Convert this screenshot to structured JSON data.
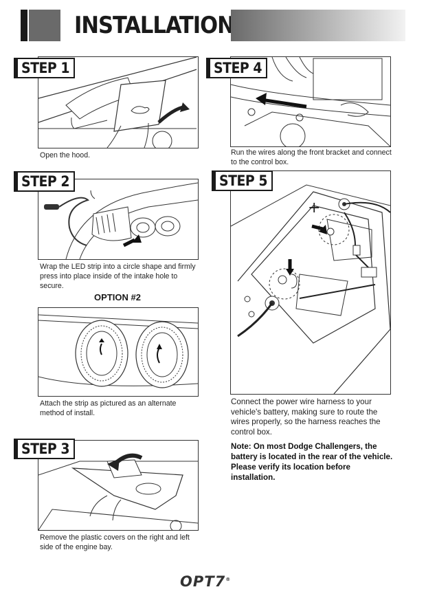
{
  "header": {
    "title": "INSTALLATION"
  },
  "steps": {
    "step1": {
      "label": "STEP 1",
      "caption": "Open the hood."
    },
    "step2": {
      "label": "STEP 2",
      "caption": "Wrap the LED strip into a circle shape and firmly press into place inside of the intake hole to secure."
    },
    "option2": {
      "label": "OPTION #2",
      "caption": "Attach the strip as pictured as an alternate method of install."
    },
    "step3": {
      "label": "STEP 3",
      "caption": "Remove the plastic covers on the right and left side of the engine bay."
    },
    "step4": {
      "label": "STEP 4",
      "caption": "Run the wires along the front bracket and connect to the control box."
    },
    "step5": {
      "label": "STEP 5",
      "caption": "Connect the power wire harness to your vehicle's battery, making sure to route the wires properly, so the harness reaches the control box.",
      "note": "Note: On most Dodge Challengers, the battery is located in the rear of the vehicle. Please verify its location before installation."
    }
  },
  "footer": {
    "brand": "OPT7",
    "trademark": "®"
  }
}
